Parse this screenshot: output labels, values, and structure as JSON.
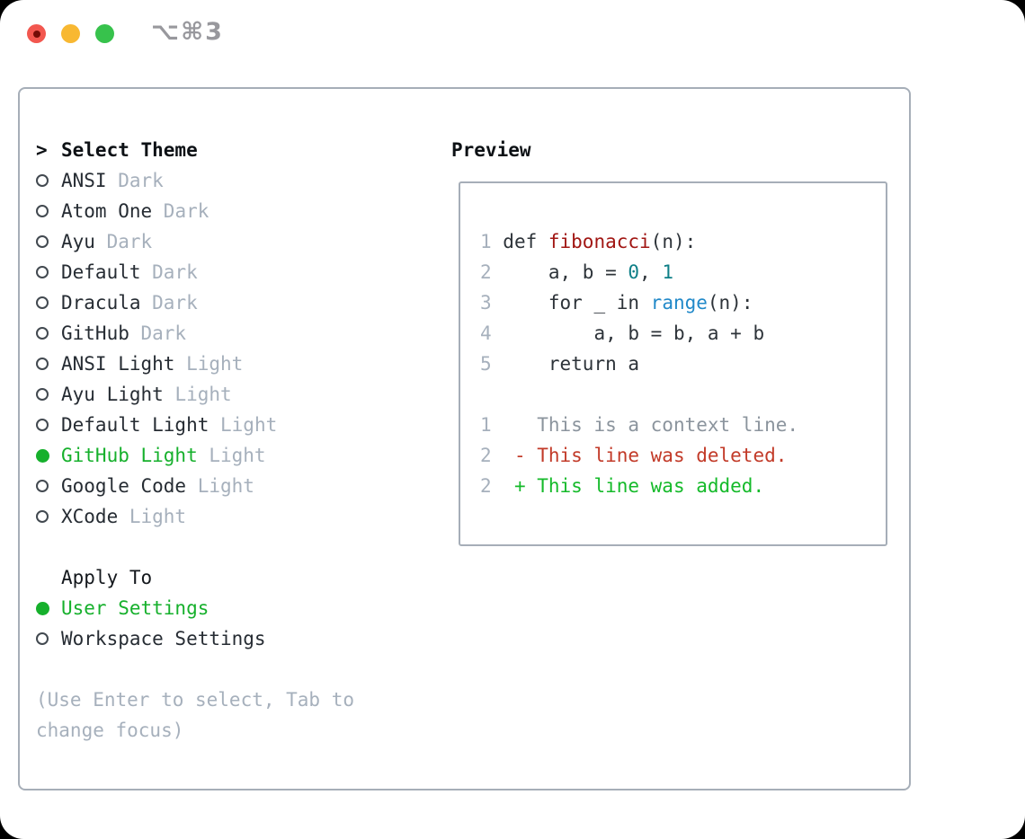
{
  "titlebar": {
    "shortcut": "⌥⌘3"
  },
  "theme_panel": {
    "header": {
      "prefix": ">",
      "label": "Select Theme"
    },
    "themes": [
      {
        "name": "ANSI",
        "variant": "Dark",
        "selected": false
      },
      {
        "name": "Atom One",
        "variant": "Dark",
        "selected": false
      },
      {
        "name": "Ayu",
        "variant": "Dark",
        "selected": false
      },
      {
        "name": "Default",
        "variant": "Dark",
        "selected": false
      },
      {
        "name": "Dracula",
        "variant": "Dark",
        "selected": false
      },
      {
        "name": "GitHub",
        "variant": "Dark",
        "selected": false
      },
      {
        "name": "ANSI Light",
        "variant": "Light",
        "selected": false
      },
      {
        "name": "Ayu Light",
        "variant": "Light",
        "selected": false
      },
      {
        "name": "Default Light",
        "variant": "Light",
        "selected": false
      },
      {
        "name": "GitHub Light",
        "variant": "Light",
        "selected": true
      },
      {
        "name": "Google Code",
        "variant": "Light",
        "selected": false
      },
      {
        "name": "XCode",
        "variant": "Light",
        "selected": false
      }
    ],
    "apply_to": {
      "label": "Apply To",
      "options": [
        {
          "label": "User Settings",
          "selected": true
        },
        {
          "label": "Workspace Settings",
          "selected": false
        }
      ]
    },
    "hint": "(Use Enter to select, Tab to change focus)"
  },
  "preview_panel": {
    "header": "Preview",
    "lines": [
      [
        {
          "c": "ln",
          "t": "1"
        },
        {
          "c": "pl",
          "t": " def "
        },
        {
          "c": "fn",
          "t": "fibonacci"
        },
        {
          "c": "pl",
          "t": "(n):"
        }
      ],
      [
        {
          "c": "ln",
          "t": "2"
        },
        {
          "c": "pl",
          "t": "     a, b = "
        },
        {
          "c": "nm",
          "t": "0"
        },
        {
          "c": "pl",
          "t": ", "
        },
        {
          "c": "nm",
          "t": "1"
        }
      ],
      [
        {
          "c": "ln",
          "t": "3"
        },
        {
          "c": "pl",
          "t": "     for _ in "
        },
        {
          "c": "bl",
          "t": "range"
        },
        {
          "c": "pl",
          "t": "(n):"
        }
      ],
      [
        {
          "c": "ln",
          "t": "4"
        },
        {
          "c": "pl",
          "t": "         a, b = b, a + b"
        }
      ],
      [
        {
          "c": "ln",
          "t": "5"
        },
        {
          "c": "pl",
          "t": "     return a"
        }
      ],
      [],
      [
        {
          "c": "ln",
          "t": "1"
        },
        {
          "c": "ctx",
          "t": "    This is a context line."
        }
      ],
      [
        {
          "c": "ln",
          "t": "2"
        },
        {
          "c": "del",
          "t": "  - This line was deleted."
        }
      ],
      [
        {
          "c": "ln",
          "t": "2"
        },
        {
          "c": "add",
          "t": "  + This line was added."
        }
      ]
    ]
  },
  "colors": {
    "accent_green": "#16b02c",
    "deleted_red": "#c23a28",
    "added_green": "#15ba2a",
    "context_gray": "#8b949d",
    "function_red": "#a11613",
    "number_teal": "#0e7f87",
    "builtin_blue": "#2189c9",
    "muted_gray": "#a6b0bc",
    "border_gray": "#a6aeb8"
  }
}
